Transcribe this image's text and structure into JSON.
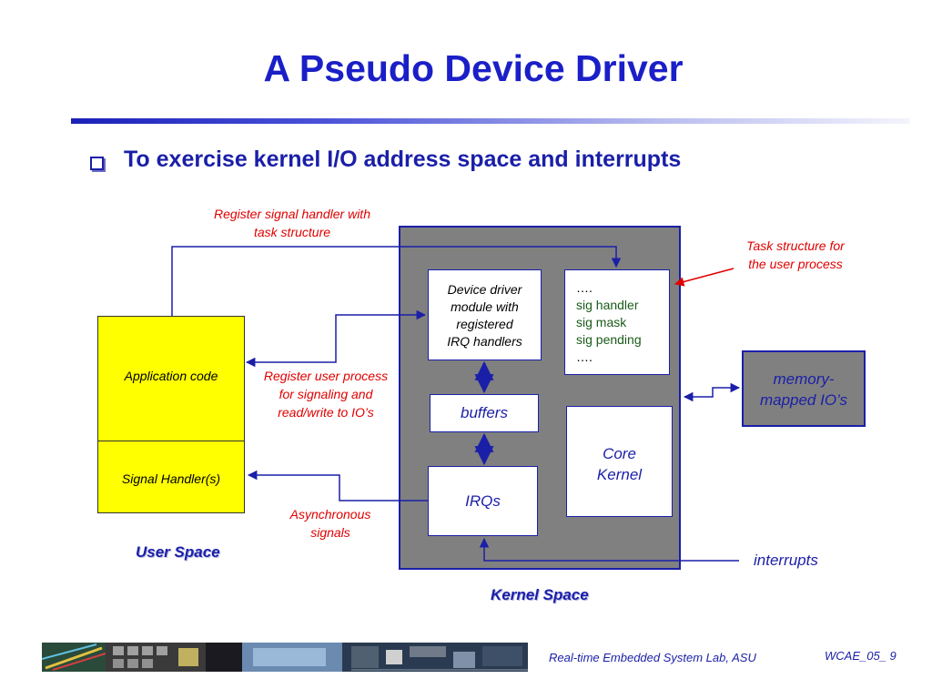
{
  "title": "A Pseudo Device Driver",
  "bullet": "To exercise kernel I/O address space and interrupts",
  "annotations": {
    "register_signal_handler": [
      "Register signal handler with",
      "task structure"
    ],
    "task_structure": [
      "Task structure for",
      "the user process"
    ],
    "register_user_process": [
      "Register user process",
      "for signaling and",
      "read/write to IO’s"
    ],
    "asynchronous_signals": [
      "Asynchronous",
      "signals"
    ]
  },
  "boxes": {
    "application_code": "Application code",
    "signal_handlers": "Signal Handler(s)",
    "device_driver": [
      "Device driver",
      "module with",
      "registered",
      "IRQ handlers"
    ],
    "task_struct": [
      "….",
      "sig handler",
      "sig mask",
      "sig pending",
      "…."
    ],
    "buffers": "buffers",
    "irqs": "IRQs",
    "core_kernel": [
      "Core",
      "Kernel"
    ],
    "memory_mapped": [
      "memory-",
      "mapped IO’s"
    ]
  },
  "labels": {
    "user_space": "User Space",
    "kernel_space": "Kernel Space",
    "interrupts": "interrupts"
  },
  "colors": {
    "title_blue": "#1a1fc7",
    "annotation_red": "#e00000",
    "arrow_blue": "#1a1fa8",
    "kernel_gray": "#808080",
    "user_yellow": "#ffff00"
  },
  "footer": {
    "lab": "Real-time Embedded System Lab, ASU",
    "page": "WCAE_05_ 9"
  }
}
